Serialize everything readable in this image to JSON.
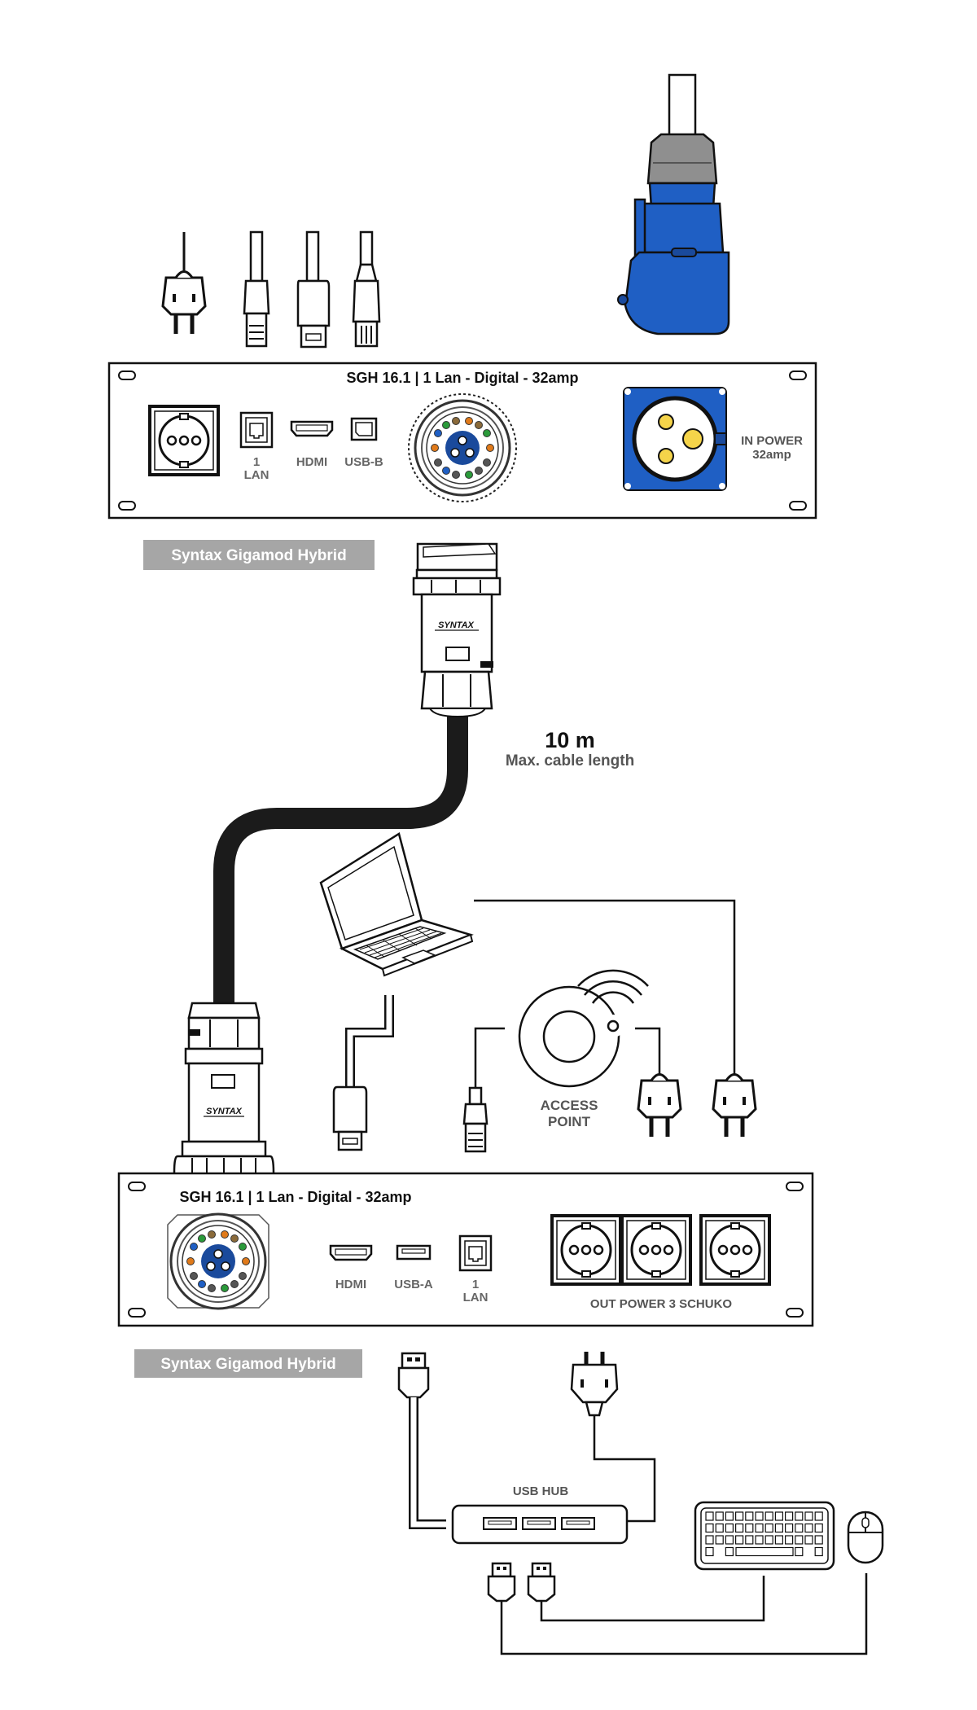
{
  "top_panel": {
    "title": "SGH 16.1 | 1 Lan - Digital - 32amp",
    "lan_label_1": "1",
    "lan_label_2": "LAN",
    "hdmi_label": "HDMI",
    "usb_b_label": "USB-B",
    "in_power_label_1": "IN POWER",
    "in_power_label_2": "32amp"
  },
  "top_product_label": "Syntax Gigamod Hybrid",
  "cable": {
    "length": "10 m",
    "caption": "Max. cable length"
  },
  "access_point": {
    "label_1": "ACCESS",
    "label_2": "POINT"
  },
  "bottom_panel": {
    "title": "SGH 16.1 | 1 Lan - Digital - 32amp",
    "hdmi_label": "HDMI",
    "usb_a_label": "USB-A",
    "lan_label_1": "1",
    "lan_label_2": "LAN",
    "out_power_label": "OUT POWER 3 SCHUKO"
  },
  "bottom_product_label": "Syntax Gigamod Hybrid",
  "usb_hub_label": "USB HUB",
  "brand_mark": "SYNTAX",
  "colors": {
    "cee_blue": "#1f5fc4",
    "cee_dark_blue": "#1a4a9c",
    "pin_yellow": "#f5d44a",
    "label_bar": "#a6a6a6",
    "cable_black": "#1b1b1b"
  }
}
